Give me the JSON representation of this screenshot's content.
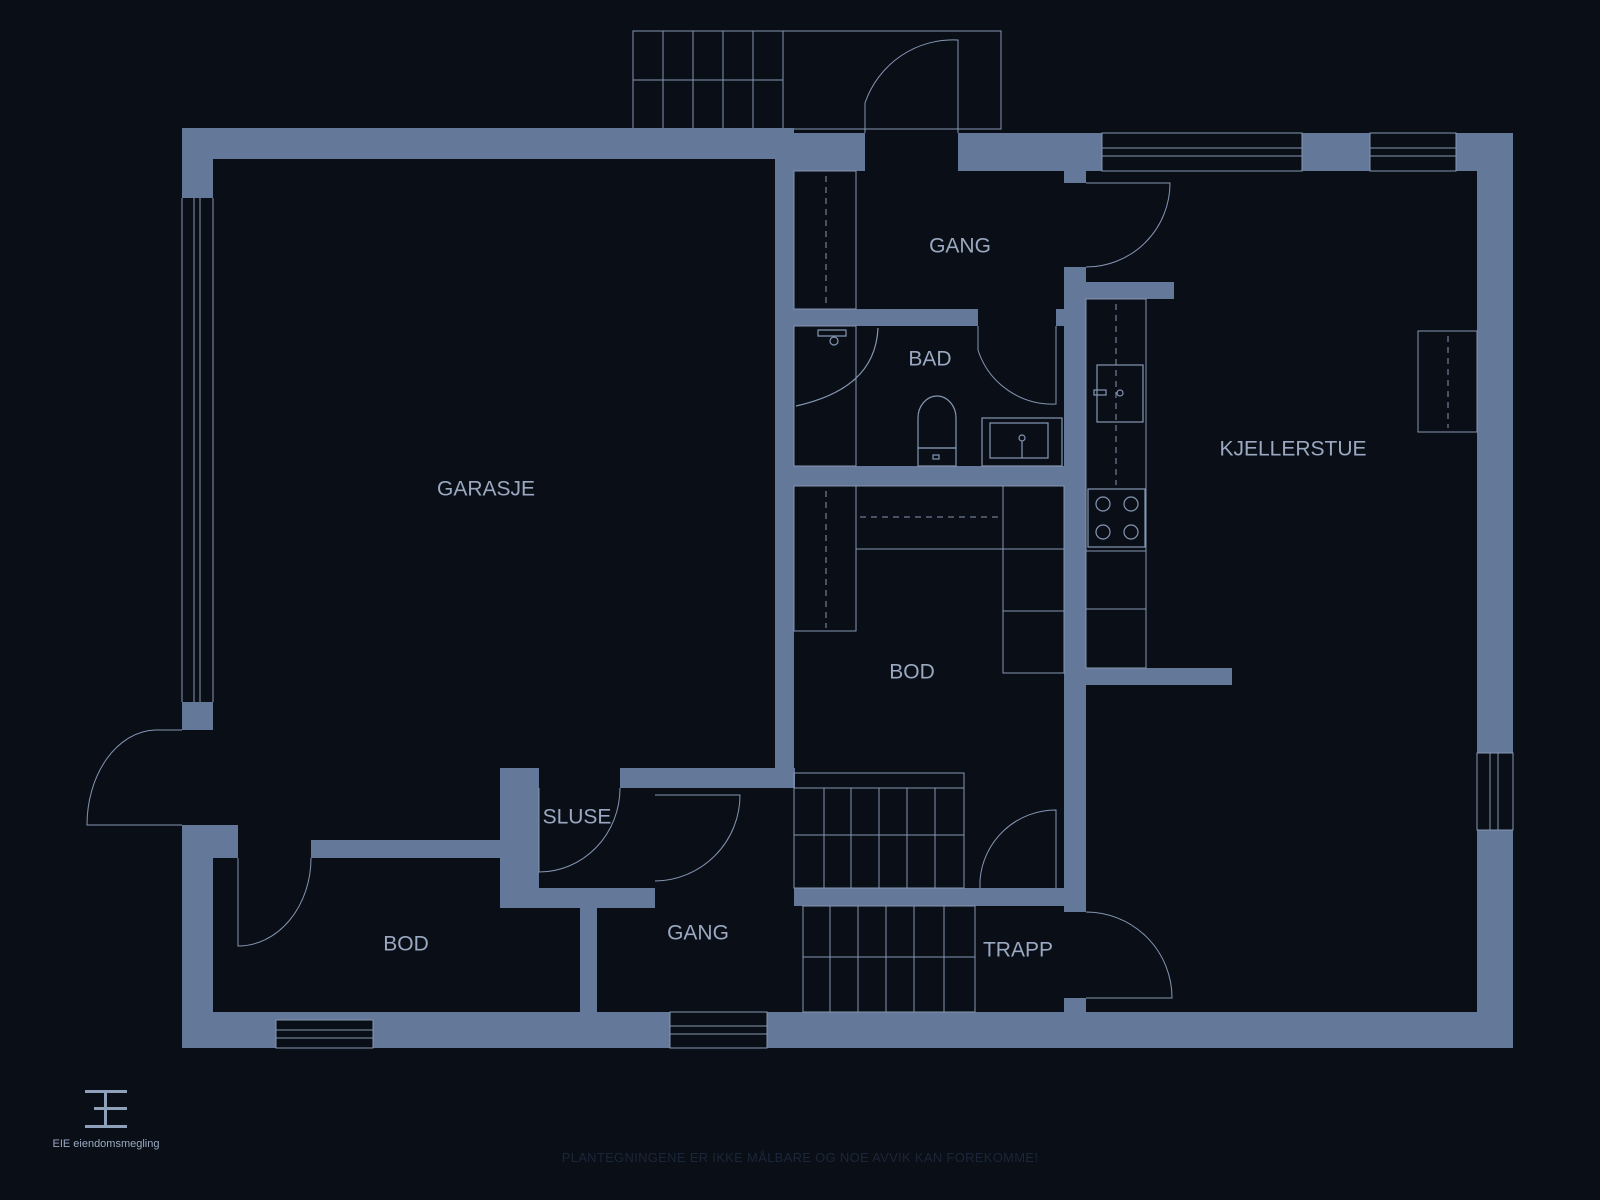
{
  "rooms": {
    "garasje": "GARASJE",
    "gang_top": "GANG",
    "bad": "BAD",
    "kjellerstue": "KJELLERSTUE",
    "bod_mid": "BOD",
    "sluse": "SLUSE",
    "gang_bottom": "GANG",
    "bod_bottom": "BOD",
    "trapp": "TRAPP"
  },
  "brand": {
    "logo_icon": "eie-logo-icon",
    "name": "EIE eiendomsmegling"
  },
  "disclaimer": "PLANTEGNINGENE ER IKKE MÅLBARE OG NOE AVVIK KAN FOREKOMME!",
  "colors": {
    "background": "#0a0f17",
    "walls": "#64799a",
    "lines": "#8596b3",
    "labels": "#9aa9c1"
  }
}
